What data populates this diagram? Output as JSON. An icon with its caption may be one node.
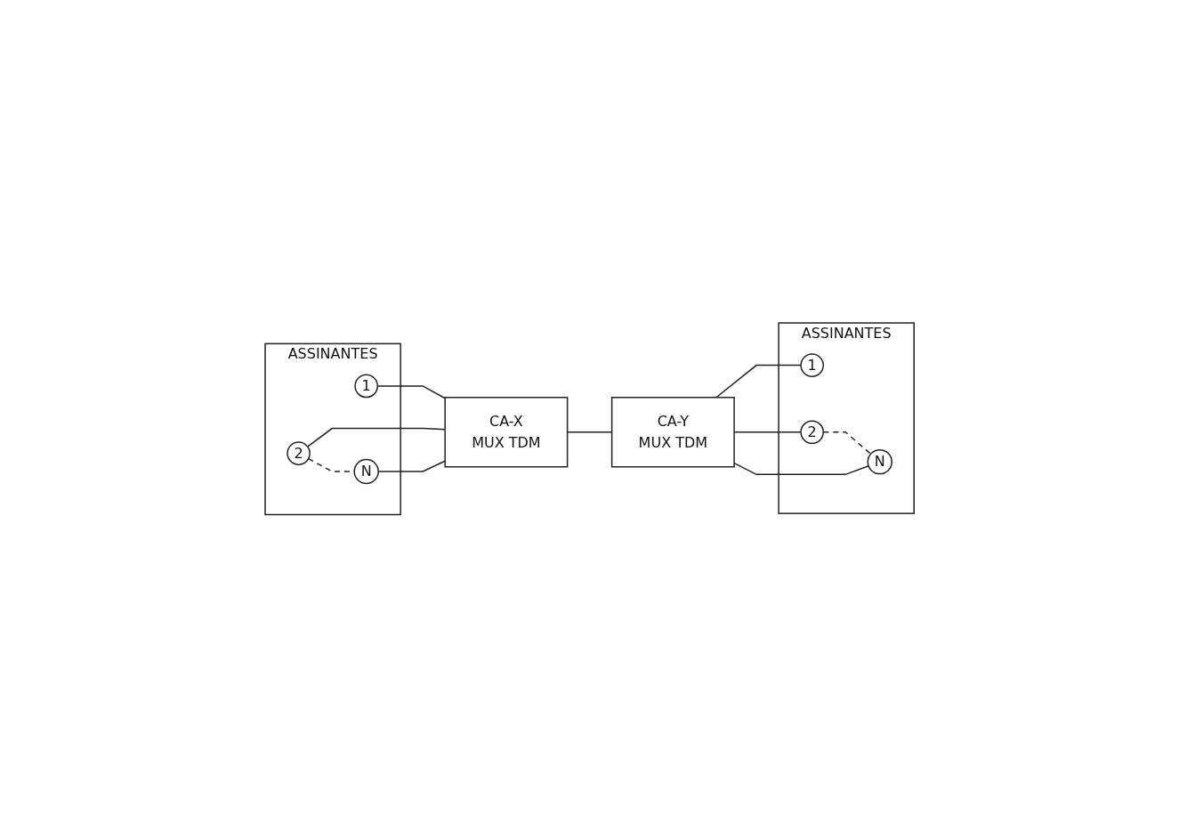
{
  "diagram": {
    "nodes": [
      {
        "text": [
          "ASSINANTES"
        ]
      },
      {
        "text": [
          "1"
        ],
        "in": 0
      },
      {
        "text": [
          "2"
        ],
        "in": 0
      },
      {
        "text": [
          "N"
        ],
        "in": 0
      },
      {
        "text": [
          "CA-X",
          "MUX TDM"
        ]
      },
      {
        "text": [
          "CA-Y",
          "MUX TDM"
        ]
      },
      {
        "text": [
          "ASSINANTES"
        ]
      },
      {
        "text": [
          "1"
        ],
        "in": 6
      },
      {
        "text": [
          "2"
        ],
        "in": 6
      },
      {
        "text": [
          "N"
        ],
        "in": 6
      }
    ],
    "edges": [
      {
        "from": 1,
        "to": 4,
        "arrow": "none"
      },
      {
        "from": 2,
        "to": 4,
        "arrow": "none"
      },
      {
        "from": 2,
        "to": 3,
        "arrow": "none",
        "style": "dashed"
      },
      {
        "from": 3,
        "to": 4,
        "arrow": "none"
      },
      {
        "from": 4,
        "to": 5,
        "arrow": "none"
      },
      {
        "from": 5,
        "to": 7,
        "arrow": "none"
      },
      {
        "from": 5,
        "to": 8,
        "arrow": "none"
      },
      {
        "from": 8,
        "to": 9,
        "arrow": "none",
        "style": "dashed"
      },
      {
        "from": 5,
        "to": 9,
        "arrow": "none"
      }
    ]
  }
}
